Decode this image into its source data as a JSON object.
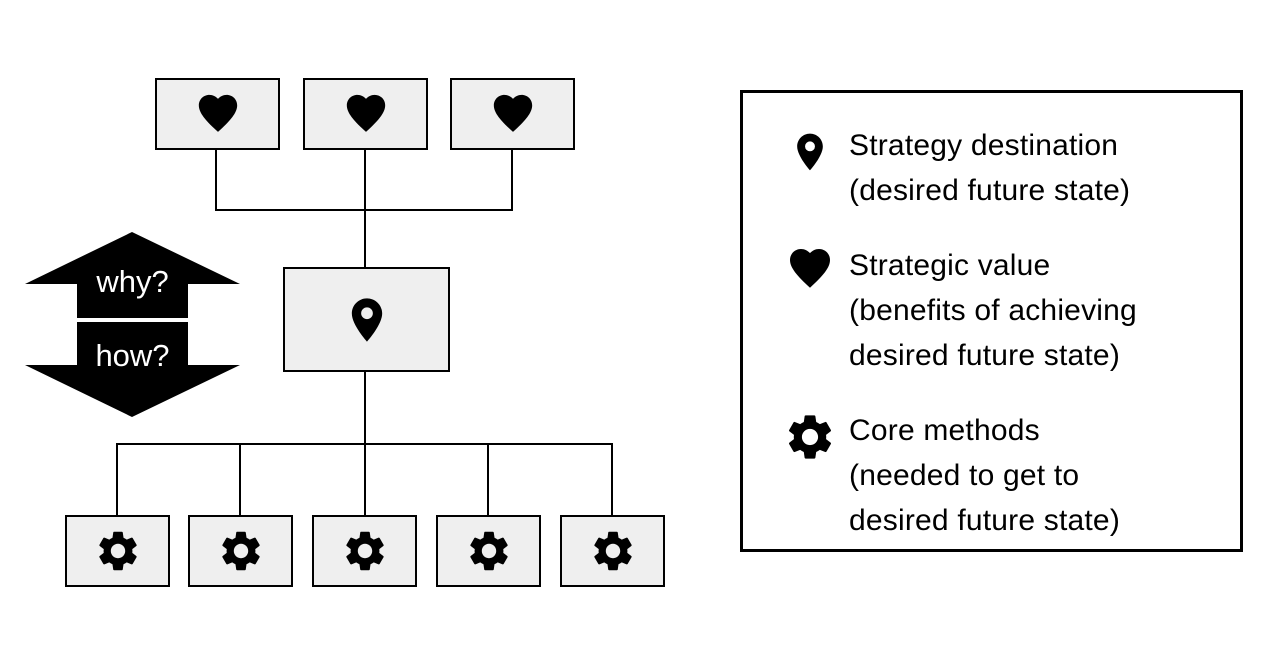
{
  "colors": {
    "background": "#ffffff",
    "box_fill": "#efefef",
    "box_border": "#000000",
    "line": "#000000",
    "arrow_fill": "#000000",
    "arrow_text": "#ffffff"
  },
  "arrows": {
    "up_label": "why?",
    "down_label": "how?"
  },
  "tree": {
    "value_nodes": [
      {
        "icon": "heart-icon"
      },
      {
        "icon": "heart-icon"
      },
      {
        "icon": "heart-icon"
      }
    ],
    "destination_node": {
      "icon": "pin-icon"
    },
    "method_nodes": [
      {
        "icon": "gear-icon"
      },
      {
        "icon": "gear-icon"
      },
      {
        "icon": "gear-icon"
      },
      {
        "icon": "gear-icon"
      },
      {
        "icon": "gear-icon"
      }
    ]
  },
  "legend": {
    "items": [
      {
        "icon": "pin-icon",
        "lines": [
          "Strategy destination",
          "(desired future state)"
        ]
      },
      {
        "icon": "heart-icon",
        "lines": [
          "Strategic value",
          "(benefits of achieving",
          "desired future state)"
        ]
      },
      {
        "icon": "gear-icon",
        "lines": [
          "Core methods",
          "(needed to get to",
          "desired future state)"
        ]
      }
    ]
  }
}
